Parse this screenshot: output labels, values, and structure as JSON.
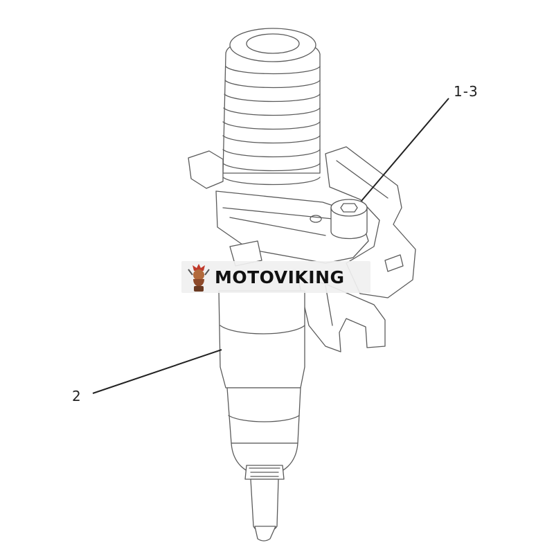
{
  "callouts": {
    "part_1_3": "1-3",
    "part_2": "2"
  },
  "watermark": {
    "brand": "MOTOVIKING"
  },
  "colors": {
    "line": "#5a5a5a",
    "leader": "#222222",
    "accent": "#c0392b"
  }
}
